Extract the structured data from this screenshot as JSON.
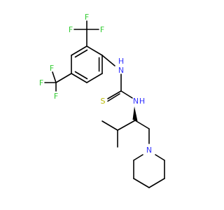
{
  "structure": {
    "colors": {
      "bond": "#000000",
      "fluorine": "#33cc33",
      "nitrogen": "#3333ff",
      "sulfur": "#b8b800",
      "background": "#ffffff"
    },
    "atoms": {
      "cf3_top": {
        "F_left": "F",
        "F_top": "F",
        "F_right": "F"
      },
      "cf3_left": {
        "F_top": "F",
        "F_left": "F",
        "F_bottom": "F"
      },
      "thiourea": {
        "N_aryl": "H",
        "N_alkyl": "H",
        "S": "S",
        "N_aryl_label": "N",
        "N_alkyl_label": "N"
      },
      "piperidine": {
        "N": "N"
      }
    }
  }
}
